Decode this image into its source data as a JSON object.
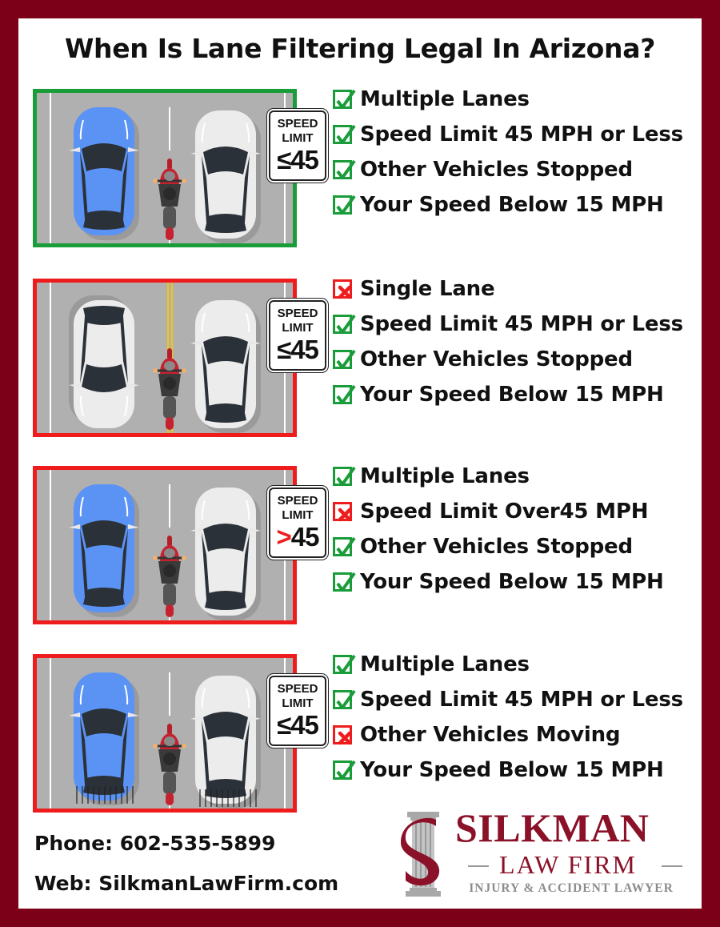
{
  "title": "When Is Lane Filtering Legal In Arizona?",
  "colors": {
    "frame": "#7d0019",
    "legal_border": "#1a9c3a",
    "illegal_border": "#ee1c1c",
    "check_green": "#1a9c3a",
    "cross_red": "#ee1c1c",
    "brand": "#8a1128",
    "road": "#b0b0b0",
    "blue_car": "#5b93f5",
    "white_car": "#ececec",
    "yellow_line": "#f2c40f"
  },
  "scenarios": [
    {
      "id": "legal",
      "status": "legal",
      "scene": {
        "left_car": "blue",
        "center_line": "white-dashed",
        "motion_lines": false
      },
      "sign": {
        "line1": "SPEED",
        "line2": "LIMIT",
        "operator": "≤",
        "operator_color": "black",
        "value": "45"
      },
      "conditions": [
        {
          "ok": true,
          "label": "Multiple Lanes"
        },
        {
          "ok": true,
          "label": "Speed Limit 45 MPH or Less"
        },
        {
          "ok": true,
          "label": "Other Vehicles Stopped"
        },
        {
          "ok": true,
          "label": "Your Speed Below 15 MPH"
        }
      ]
    },
    {
      "id": "single-lane",
      "status": "illegal",
      "scene": {
        "left_car": "white-reversed",
        "center_line": "double-yellow",
        "motion_lines": false
      },
      "sign": {
        "line1": "SPEED",
        "line2": "LIMIT",
        "operator": "≤",
        "operator_color": "black",
        "value": "45"
      },
      "conditions": [
        {
          "ok": false,
          "label": "Single Lane"
        },
        {
          "ok": true,
          "label": "Speed Limit 45 MPH or Less"
        },
        {
          "ok": true,
          "label": "Other Vehicles Stopped"
        },
        {
          "ok": true,
          "label": "Your Speed Below 15 MPH"
        }
      ]
    },
    {
      "id": "over-45",
      "status": "illegal",
      "scene": {
        "left_car": "blue",
        "center_line": "white-dashed",
        "motion_lines": false
      },
      "sign": {
        "line1": "SPEED",
        "line2": "LIMIT",
        "operator": ">",
        "operator_color": "red",
        "value": "45"
      },
      "conditions": [
        {
          "ok": true,
          "label": "Multiple Lanes"
        },
        {
          "ok": false,
          "label": "Speed Limit Over45 MPH"
        },
        {
          "ok": true,
          "label": "Other Vehicles Stopped"
        },
        {
          "ok": true,
          "label": "Your Speed Below 15 MPH"
        }
      ]
    },
    {
      "id": "vehicles-moving",
      "status": "illegal",
      "scene": {
        "left_car": "blue",
        "center_line": "white-dashed",
        "motion_lines": true
      },
      "sign": {
        "line1": "SPEED",
        "line2": "LIMIT",
        "operator": "≤",
        "operator_color": "black",
        "value": "45"
      },
      "conditions": [
        {
          "ok": true,
          "label": "Multiple Lanes"
        },
        {
          "ok": true,
          "label": "Speed Limit 45 MPH or Less"
        },
        {
          "ok": false,
          "label": "Other Vehicles Moving"
        },
        {
          "ok": true,
          "label": "Your Speed Below 15 MPH"
        }
      ]
    }
  ],
  "contact": {
    "phone": "Phone: 602-535-5899",
    "web": "Web: SilkmanLawFirm.com"
  },
  "logo": {
    "name": "SILKMAN",
    "firm": "LAW FIRM",
    "tagline": "INJURY & ACCIDENT LAWYER",
    "icon": "s-pillar-logo-icon"
  }
}
